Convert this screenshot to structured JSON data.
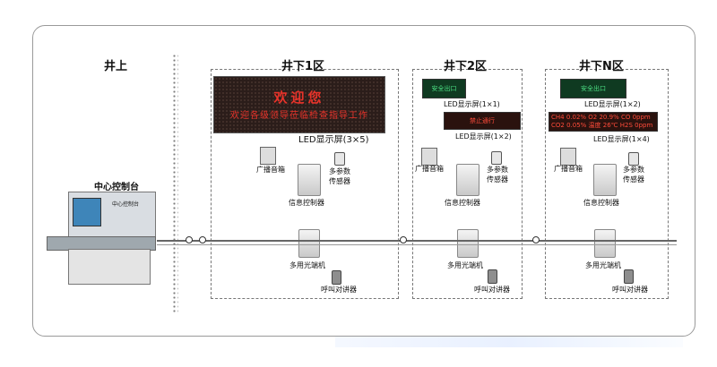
{
  "left_area": {
    "title": "井上",
    "console_label": "中心控制台",
    "console_screen_title": "中心控制台"
  },
  "zones": [
    {
      "title": "井下1区",
      "led_title": "欢迎您",
      "led_sub": "欢迎各级领导莅临检查指导工作",
      "led_label": "LED显示屏(3×5)",
      "speaker": "广播音箱",
      "controller": "信息控制器",
      "sensor": "多参数传感器",
      "switch": "多用光端机",
      "phone": "呼叫对讲器"
    },
    {
      "title": "井下2区",
      "green_text": "安全出口",
      "led1_label": "LED显示屏(1×1)",
      "led2_text": "禁止通行",
      "led2_label": "LED显示屏(1×2)",
      "speaker": "广播音箱",
      "controller": "信息控制器",
      "sensor": "多参数传感器",
      "switch": "多用光端机",
      "phone": "呼叫对讲器"
    },
    {
      "title": "井下N区",
      "green_text": "安全出口",
      "led1_label": "LED显示屏(1×2)",
      "led2_lines": [
        "CH4 0.02%  O2 20.9%  CO 0ppm",
        "CO2 0.05%  温度 26℃  H2S 0ppm"
      ],
      "led2_label": "LED显示屏(1×4)",
      "speaker": "广播音箱",
      "controller": "信息控制器",
      "sensor": "多参数传感器",
      "switch": "多用光端机",
      "phone": "呼叫对讲器"
    }
  ]
}
